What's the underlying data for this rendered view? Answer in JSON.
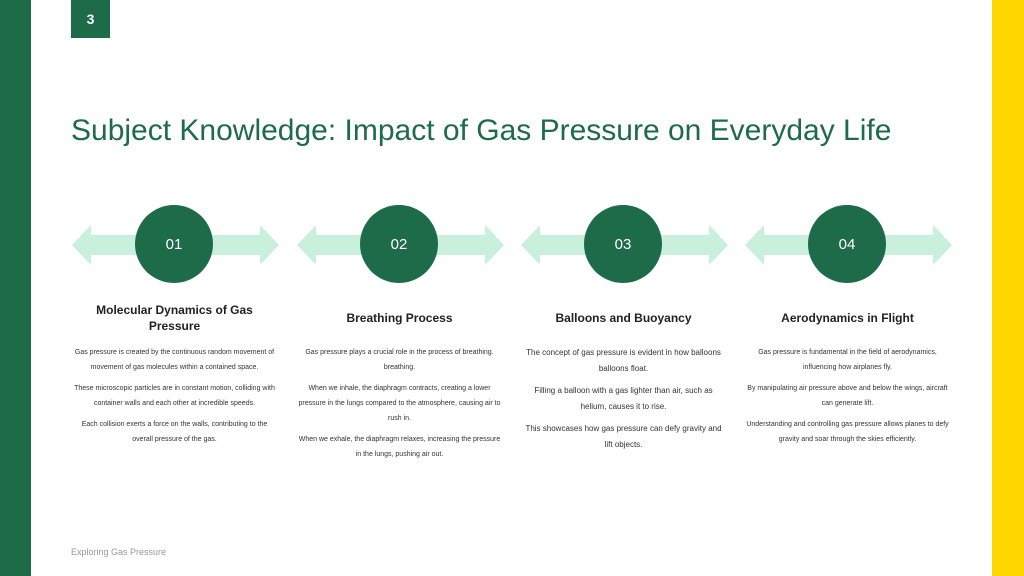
{
  "slide": {
    "page_number": "3",
    "title": "Subject Knowledge: Impact of Gas Pressure on Everyday Life",
    "footer": "Exploring Gas Pressure"
  },
  "colors": {
    "primary_green": "#1e6b4a",
    "arrow_mint": "#c8f0dc",
    "accent_yellow": "#ffd600"
  },
  "steps": [
    {
      "number": "01",
      "heading": "Molecular Dynamics of Gas Pressure",
      "paragraphs": [
        "Gas pressure is created by the continuous random movement of movement of gas molecules within a contained space.",
        "These microscopic particles are in constant motion, colliding with container walls and each other at incredible speeds.",
        "Each collision exerts a force on the walls, contributing to the overall pressure of the gas."
      ]
    },
    {
      "number": "02",
      "heading": "Breathing Process",
      "paragraphs": [
        "Gas pressure plays a crucial role in the process of breathing. breathing.",
        "When we inhale, the diaphragm contracts, creating a lower pressure in the lungs compared to the atmosphere, causing air to rush in.",
        "When we exhale, the diaphragm relaxes, increasing the pressure in the lungs, pushing air out."
      ]
    },
    {
      "number": "03",
      "heading": "Balloons and Buoyancy",
      "paragraphs": [
        "The concept of gas pressure is evident in how balloons balloons float.",
        "Filling a balloon with a gas lighter than air, such as helium, causes it to rise.",
        "This showcases how gas pressure can defy gravity and lift objects."
      ]
    },
    {
      "number": "04",
      "heading": "Aerodynamics in Flight",
      "paragraphs": [
        "Gas pressure is fundamental in the field of aerodynamics, influencing how airplanes fly.",
        "By manipulating air pressure above and below the wings, aircraft can generate lift.",
        "Understanding and controlling gas pressure allows planes to defy gravity and soar through the skies efficiently."
      ]
    }
  ]
}
